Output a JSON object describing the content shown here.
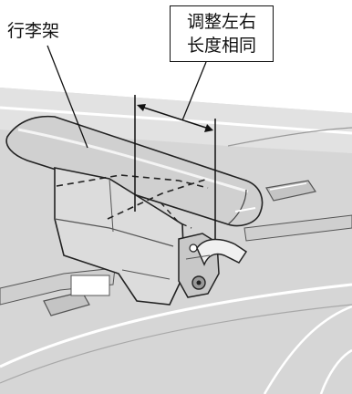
{
  "labels": {
    "roof_rack": "行李架",
    "adjust_note_line1": "调整左右",
    "adjust_note_line2": "长度相同"
  },
  "colors": {
    "roof_surface": "#d9d9d9",
    "roof_shadow": "#bdbdbd",
    "rail_bar": "#cfcfcf",
    "outline": "#222222",
    "background": "#ffffff"
  }
}
